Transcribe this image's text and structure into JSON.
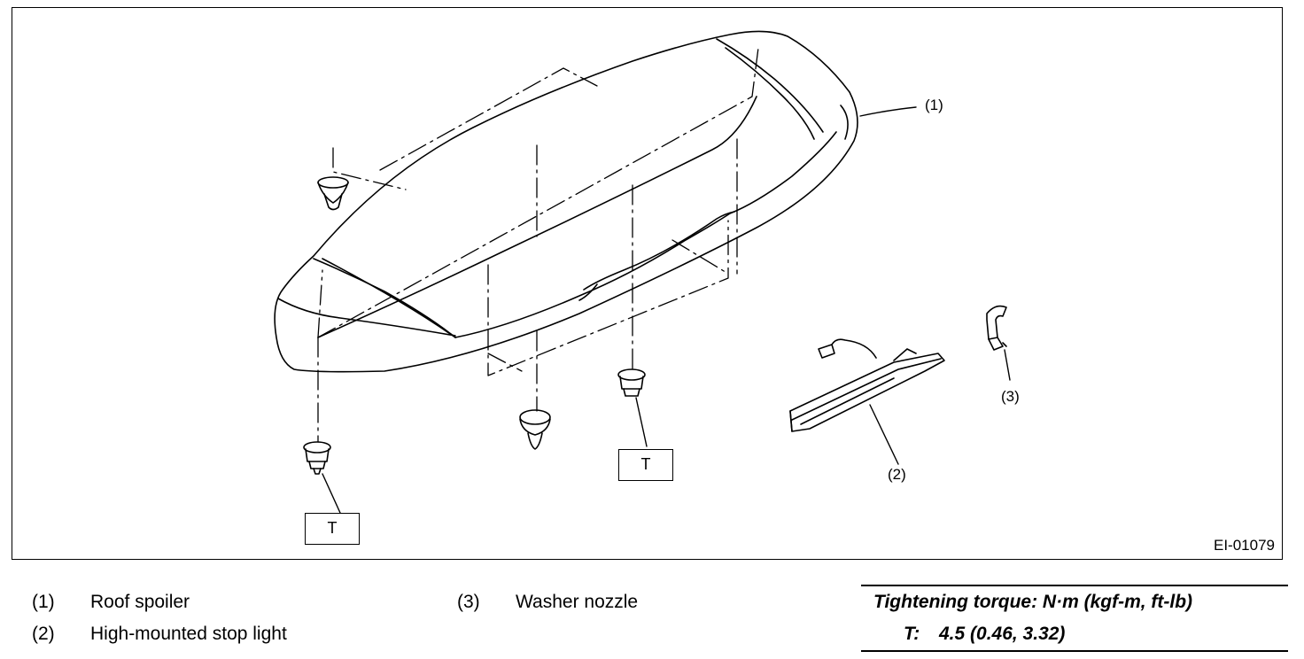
{
  "figure": {
    "code": "EI-01079",
    "callouts": {
      "c1": "(1)",
      "c2": "(2)",
      "c3": "(3)"
    },
    "torque_marks": {
      "left": "T",
      "right": "T"
    }
  },
  "legend": [
    {
      "num": "(1)",
      "label": "Roof spoiler"
    },
    {
      "num": "(2)",
      "label": "High-mounted stop light"
    },
    {
      "num": "(3)",
      "label": "Washer nozzle"
    }
  ],
  "torque": {
    "title": "Tightening torque: N·m (kgf-m, ft-lb)",
    "key": "T:",
    "value": "4.5 (0.46, 3.32)"
  }
}
